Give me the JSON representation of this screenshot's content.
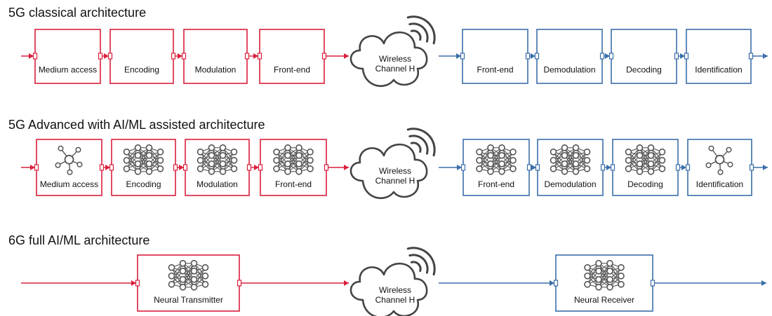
{
  "sections": [
    {
      "title": "5G classical architecture",
      "transmitter": [
        {
          "label": "Medium access",
          "icon": "none"
        },
        {
          "label": "Encoding",
          "icon": "none"
        },
        {
          "label": "Modulation",
          "icon": "none"
        },
        {
          "label": "Front-end",
          "icon": "none"
        }
      ],
      "channel": [
        "Wireless",
        "Channel H"
      ],
      "receiver": [
        {
          "label": "Front-end",
          "icon": "none"
        },
        {
          "label": "Demodulation",
          "icon": "none"
        },
        {
          "label": "Decoding",
          "icon": "none"
        },
        {
          "label": "Identification",
          "icon": "none"
        }
      ]
    },
    {
      "title": "5G Advanced with AI/ML assisted architecture",
      "transmitter": [
        {
          "label": "Medium access",
          "icon": "ml-network-icon"
        },
        {
          "label": "Encoding",
          "icon": "neural-network-icon"
        },
        {
          "label": "Modulation",
          "icon": "neural-network-icon"
        },
        {
          "label": "Front-end",
          "icon": "neural-network-icon"
        }
      ],
      "channel": [
        "Wireless",
        "Channel H"
      ],
      "receiver": [
        {
          "label": "Front-end",
          "icon": "neural-network-icon"
        },
        {
          "label": "Demodulation",
          "icon": "neural-network-icon"
        },
        {
          "label": "Decoding",
          "icon": "neural-network-icon"
        },
        {
          "label": "Identification",
          "icon": "ml-network-icon"
        }
      ]
    },
    {
      "title": "6G full AI/ML architecture",
      "transmitter": [
        {
          "label": "Neural Transmitter",
          "icon": "neural-network-icon"
        }
      ],
      "channel": [
        "Wireless",
        "Channel H"
      ],
      "receiver": [
        {
          "label": "Neural Receiver",
          "icon": "neural-network-icon"
        }
      ]
    }
  ],
  "colors": {
    "transmitter": "#d9203c",
    "receiver": "#3a6ea8",
    "channel": "#444444",
    "icon": "#555555"
  }
}
